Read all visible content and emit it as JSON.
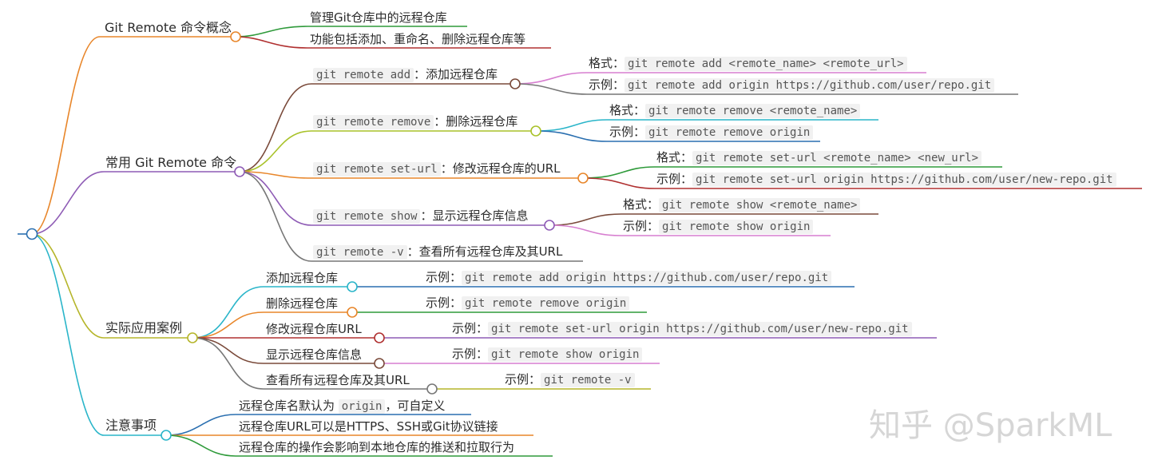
{
  "categories": {
    "concept": "Git Remote 命令概念",
    "common": "常用 Git Remote 命令",
    "practice": "实际应用案例",
    "notes": "注意事项"
  },
  "concept": {
    "item1": "管理Git仓库中的远程仓库",
    "item2": "功能包括添加、重命名、删除远程仓库等"
  },
  "commands": {
    "add": {
      "code": "git remote add",
      "desc": "：添加远程仓库",
      "fmt_label": "格式：",
      "fmt": "git remote add <remote_name> <remote_url>",
      "ex_label": "示例：",
      "ex": "git remote add origin https://github.com/user/repo.git"
    },
    "remove": {
      "code": "git remote remove",
      "desc": "：删除远程仓库",
      "fmt_label": "格式：",
      "fmt": "git remote remove <remote_name>",
      "ex_label": "示例：",
      "ex": "git remote remove origin"
    },
    "seturl": {
      "code": "git remote set-url",
      "desc": "：修改远程仓库的URL",
      "fmt_label": "格式：",
      "fmt": "git remote set-url <remote_name> <new_url>",
      "ex_label": "示例：",
      "ex": "git remote set-url origin https://github.com/user/new-repo.git"
    },
    "show": {
      "code": "git remote show",
      "desc": "：显示远程仓库信息",
      "fmt_label": "格式：",
      "fmt": "git remote show <remote_name>",
      "ex_label": "示例：",
      "ex": "git remote show origin"
    },
    "v": {
      "code": "git remote -v",
      "desc": "：查看所有远程仓库及其URL"
    }
  },
  "practice": {
    "add": {
      "label": "添加远程仓库",
      "ex_label": "示例：",
      "ex": "git remote add origin https://github.com/user/repo.git"
    },
    "remove": {
      "label": "删除远程仓库",
      "ex_label": "示例：",
      "ex": "git remote remove origin"
    },
    "seturl": {
      "label": "修改远程仓库URL",
      "ex_label": "示例：",
      "ex": "git remote set-url origin https://github.com/user/new-repo.git"
    },
    "show": {
      "label": "显示远程仓库信息",
      "ex_label": "示例：",
      "ex": "git remote show origin"
    },
    "v": {
      "label": "查看所有远程仓库及其URL",
      "ex_label": "示例：",
      "ex": "git remote -v"
    }
  },
  "notes": {
    "n1_a": "远程仓库名默认为",
    "n1_code": "origin",
    "n1_b": "，可自定义",
    "n2": "远程仓库URL可以是HTTPS、SSH或Git协议链接",
    "n3": "远程仓库的操作会影响到本地仓库的推送和拉取行为"
  },
  "watermark": "知乎 @SparkML",
  "colors": {
    "orange": "#e8862a",
    "purple": "#8e5bb5",
    "olive": "#b5b52a",
    "teal": "#2ab5c9",
    "green": "#2e9a3a",
    "red": "#b03030",
    "brown": "#7a4a3a",
    "yellowgreen": "#a9c22a",
    "pink": "#d77fd0",
    "gray": "#777777",
    "blue": "#2a6fb0"
  }
}
